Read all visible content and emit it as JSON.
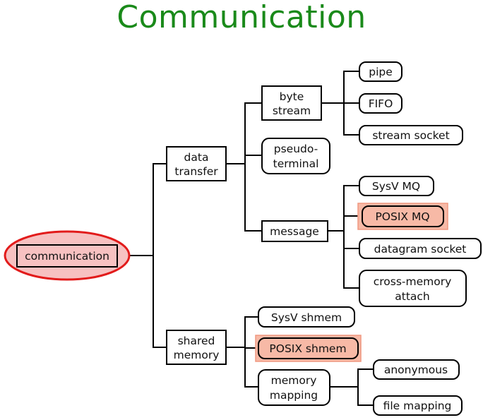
{
  "title": "Communication",
  "accent_colors": {
    "title": "#1a8a1a",
    "highlight_fill": "#f7b9a6",
    "root_outline": "#e21b1b"
  },
  "nodes": {
    "communication": "communication",
    "data_transfer": [
      "data",
      "transfer"
    ],
    "shared_memory": [
      "shared",
      "memory"
    ],
    "byte_stream": [
      "byte",
      "stream"
    ],
    "pseudo_terminal": [
      "pseudo-",
      "terminal"
    ],
    "message": "message",
    "pipe": "pipe",
    "fifo": "FIFO",
    "stream_socket": "stream socket",
    "sysv_mq": "SysV MQ",
    "posix_mq": "POSIX MQ",
    "datagram_socket": "datagram socket",
    "cross_memory_attach": [
      "cross-memory",
      "attach"
    ],
    "sysv_shmem": "SysV shmem",
    "posix_shmem": "POSIX shmem",
    "memory_mapping": [
      "memory",
      "mapping"
    ],
    "anonymous": "anonymous",
    "file_mapping": "file mapping"
  }
}
